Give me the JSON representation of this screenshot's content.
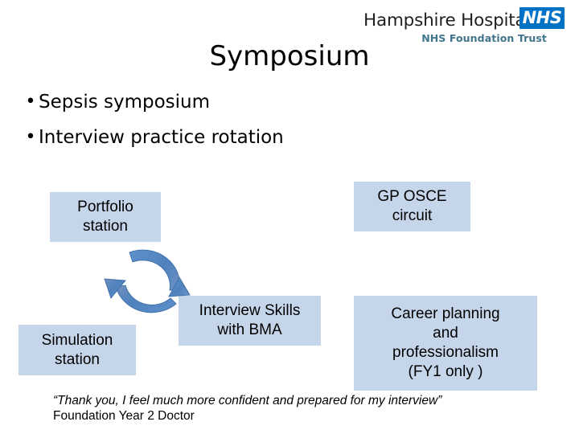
{
  "logo": {
    "trust_name": "Hampshire Hospitals",
    "nhs_badge": "NHS",
    "foundation_line": "NHS Foundation Trust",
    "badge_color": "#0072c6",
    "foundation_color": "#41748d"
  },
  "slide": {
    "title": "Symposium",
    "bullets": [
      {
        "marker": "•",
        "text": "Sepsis symposium"
      },
      {
        "marker": "•",
        "text": "Interview practice rotation"
      }
    ],
    "boxes": [
      {
        "id": "portfolio",
        "label": "Portfolio\nstation"
      },
      {
        "id": "gposce",
        "label": "GP OSCE\ncircuit"
      },
      {
        "id": "simulation",
        "label": "Simulation\nstation"
      },
      {
        "id": "interview",
        "label": "Interview Skills\nwith BMA"
      },
      {
        "id": "career",
        "label": "Career planning\nand\nprofessionalism\n(FY1 only )"
      }
    ],
    "box_fill_color": "#c6d6ea",
    "cycle_arrow_color": "#4f81bd",
    "quote": {
      "text": "“Thank you, I feel much more confident and prepared for my interview”",
      "attribution": "Foundation Year 2 Doctor"
    }
  }
}
